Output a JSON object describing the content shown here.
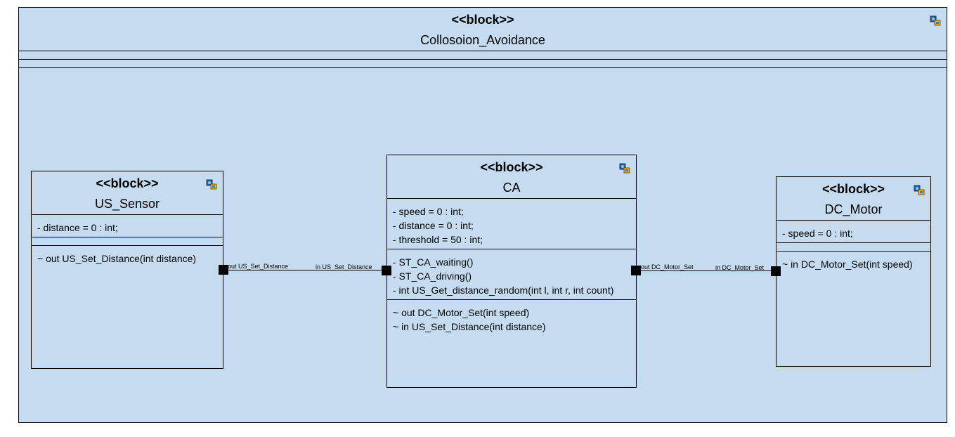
{
  "outer": {
    "stereotype": "<<block>>",
    "name": "Collosoion_Avoidance",
    "icon": "block-icon"
  },
  "us_sensor": {
    "stereotype": "<<block>>",
    "name": "US_Sensor",
    "attributes": [
      "- distance = 0 : int;"
    ],
    "operations": [],
    "ports_section": [
      "~ out US_Set_Distance(int distance)"
    ],
    "icon": "block-icon"
  },
  "ca": {
    "stereotype": "<<block>>",
    "name": "CA",
    "attributes": [
      "- speed = 0 : int;",
      "- distance = 0 : int;",
      "- threshold = 50 : int;"
    ],
    "operations": [
      "- ST_CA_waiting()",
      "- ST_CA_driving()",
      "- int US_Get_distance_random(int l, int r, int count)"
    ],
    "ports_section": [
      "~ out DC_Motor_Set(int speed)",
      "~ in US_Set_Distance(int distance)"
    ],
    "icon": "block-icon"
  },
  "dc_motor": {
    "stereotype": "<<block>>",
    "name": "DC_Motor",
    "attributes": [
      "- speed = 0 : int;"
    ],
    "operations": [],
    "ports_section": [
      "~ in DC_Motor_Set(int speed)"
    ],
    "icon": "block-icon"
  },
  "ports": {
    "us_out": "out US_Set_Distance",
    "ca_in": "in US_Set_Distance",
    "ca_out": "out DC_Motor_Set",
    "dc_in": "in DC_Motor_Set"
  },
  "colors": {
    "block_fill": "#c5dbf0",
    "border": "#000000",
    "port": "#000000"
  }
}
